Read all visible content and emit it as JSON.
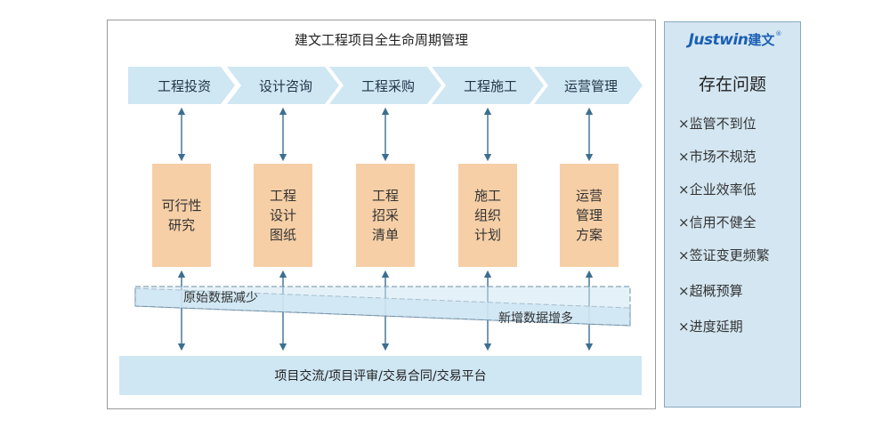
{
  "diagram": {
    "title": "建文工程项目全生命周期管理",
    "stages": [
      {
        "label": "工程投资"
      },
      {
        "label": "设计咨询"
      },
      {
        "label": "工程采购"
      },
      {
        "label": "工程施工"
      },
      {
        "label": "运营管理"
      }
    ],
    "documents": [
      {
        "label": "可行性\n研究"
      },
      {
        "label": "工程\n设计\n图纸"
      },
      {
        "label": "工程\n招采\n清单"
      },
      {
        "label": "施工\n组织\n计划"
      },
      {
        "label": "运营\n管理\n方案"
      }
    ],
    "band": {
      "left_label": "原始数据减少",
      "right_label": "新增数据增多"
    },
    "platform": "项目交流/项目评审/交易合同/交易平台"
  },
  "sidebar": {
    "logo_latin": "Justwin",
    "logo_cjk": "建文",
    "logo_mark": "®",
    "title": "存在问题",
    "issues": [
      "×监管不到位",
      "×市场不规范",
      "×企业效率低",
      "×信用不健全",
      "×签证变更频繁",
      "×超概预算",
      "×进度延期"
    ]
  },
  "colors": {
    "stage_fill": "#cfe6f3",
    "document_fill": "#f6cfa6",
    "arrow": "#3b6f90",
    "band_fill": "#cfe6f3",
    "sidebar_fill": "#d3e6f1",
    "logo": "#1a5fb4"
  }
}
